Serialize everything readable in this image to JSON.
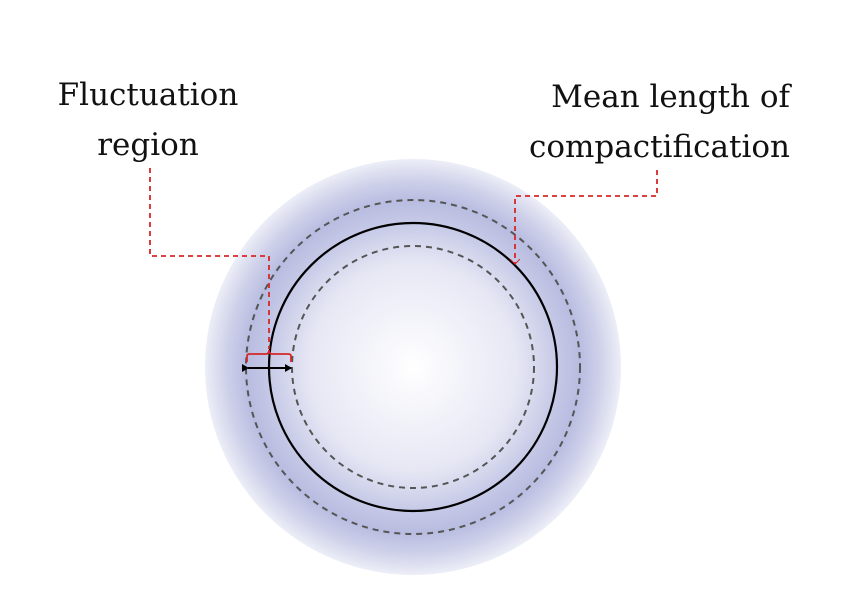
{
  "labels": {
    "fluctuation": {
      "line1": "Fluctuation",
      "line2": "region"
    },
    "mean_length": {
      "line1": "Mean length of",
      "line2": "compactification"
    }
  },
  "colors": {
    "halo": "#b9bde0",
    "circle_stroke": "#000000",
    "dashed_stroke": "#555555",
    "leader_line": "#d62728",
    "arrow": "#000000"
  }
}
